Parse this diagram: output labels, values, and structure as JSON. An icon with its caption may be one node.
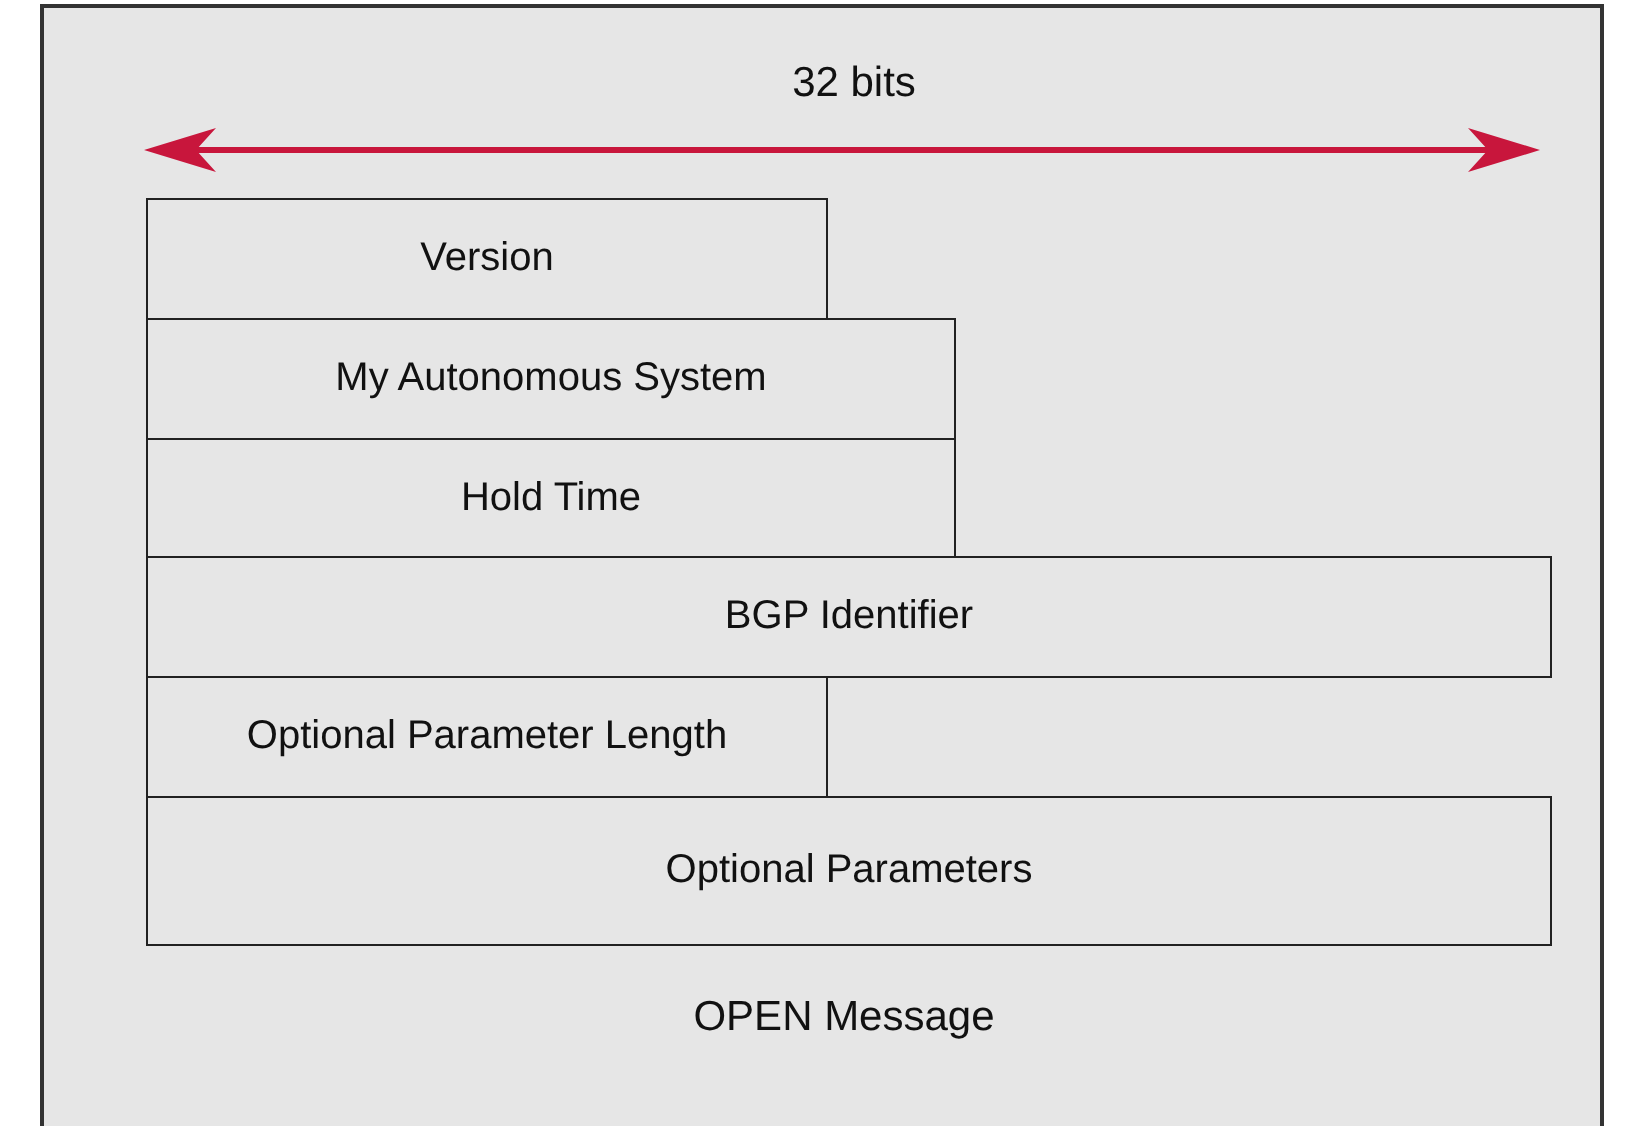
{
  "diagram": {
    "caption": "OPEN Message",
    "nodes": [
      {
        "text": [
          "Version"
        ]
      },
      {
        "text": [
          "My Autonomous System"
        ]
      },
      {
        "text": [
          "Hold Time"
        ]
      },
      {
        "text": [
          "BGP Identifier"
        ]
      },
      {
        "text": [
          "Optional Parameter Length"
        ]
      },
      {
        "text": [
          "Optional Parameters"
        ]
      }
    ],
    "labels": [
      "32 bits"
    ]
  }
}
